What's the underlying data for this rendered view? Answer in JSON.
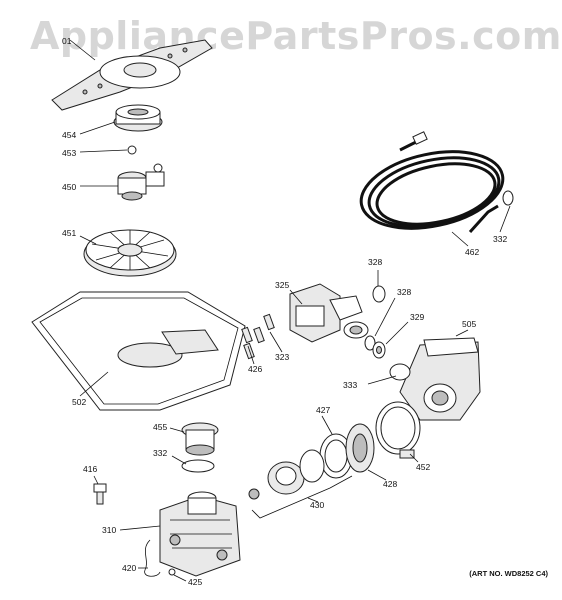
{
  "watermark": "AppliancePartsPros.com",
  "art_number": "(ART NO. WD8252 C4)",
  "parts": [
    {
      "id": "p01",
      "label": "01"
    },
    {
      "id": "p454",
      "label": "454"
    },
    {
      "id": "p453",
      "label": "453"
    },
    {
      "id": "p450",
      "label": "450"
    },
    {
      "id": "p451",
      "label": "451"
    },
    {
      "id": "p502",
      "label": "502"
    },
    {
      "id": "p455",
      "label": "455"
    },
    {
      "id": "p332a",
      "label": "332"
    },
    {
      "id": "p416",
      "label": "416"
    },
    {
      "id": "p310",
      "label": "310"
    },
    {
      "id": "p420",
      "label": "420"
    },
    {
      "id": "p425",
      "label": "425"
    },
    {
      "id": "p462",
      "label": "462"
    },
    {
      "id": "p332b",
      "label": "332"
    },
    {
      "id": "p325",
      "label": "325"
    },
    {
      "id": "p328a",
      "label": "328"
    },
    {
      "id": "p328b",
      "label": "328"
    },
    {
      "id": "p329",
      "label": "329"
    },
    {
      "id": "p323",
      "label": "323"
    },
    {
      "id": "p426",
      "label": "426"
    },
    {
      "id": "p505",
      "label": "505"
    },
    {
      "id": "p333",
      "label": "333"
    },
    {
      "id": "p427",
      "label": "427"
    },
    {
      "id": "p428",
      "label": "428"
    },
    {
      "id": "p452",
      "label": "452"
    },
    {
      "id": "p430",
      "label": "430"
    }
  ]
}
